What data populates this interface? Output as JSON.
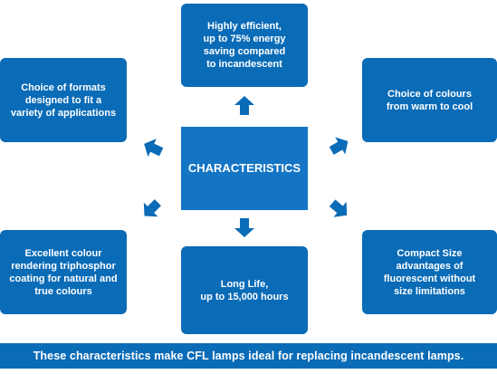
{
  "center": {
    "label": "CHARACTERISTICS"
  },
  "nodes": {
    "top": "Highly efficient,\nup to 75% energy\nsaving compared\nto incandescent",
    "top_left": "Choice of formats\ndesigned to fit a\nvariety of applications",
    "top_right": "Choice of colours\nfrom warm to cool",
    "bottom_left": "Excellent colour\nrendering triphosphor\ncoating for natural and\ntrue colours",
    "bottom": "Long Life,\nup to 15,000 hours",
    "bottom_right": "Compact Size\nadvantages of\nfluorescent without\nsize limitations"
  },
  "caption": "These characteristics make CFL lamps ideal for replacing incandescent lamps.",
  "colors": {
    "box": "#0a6bb7",
    "center": "#1475c4",
    "arrow": "#0a6bb7"
  }
}
